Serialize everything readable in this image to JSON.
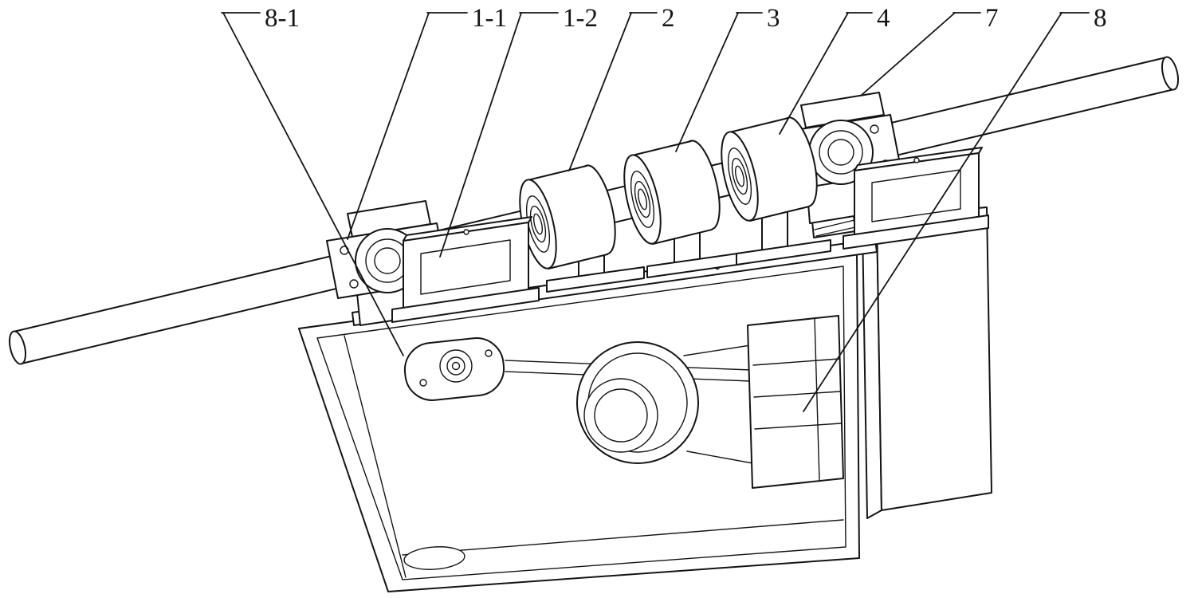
{
  "figure": {
    "kind": "patent-style mechanical line drawing",
    "background": "#ffffff",
    "stroke_color": "#141414"
  },
  "callouts": [
    {
      "id": "8-1"
    },
    {
      "id": "1-1"
    },
    {
      "id": "1-2"
    },
    {
      "id": "2"
    },
    {
      "id": "3"
    },
    {
      "id": "4"
    },
    {
      "id": "7"
    },
    {
      "id": "8"
    }
  ]
}
